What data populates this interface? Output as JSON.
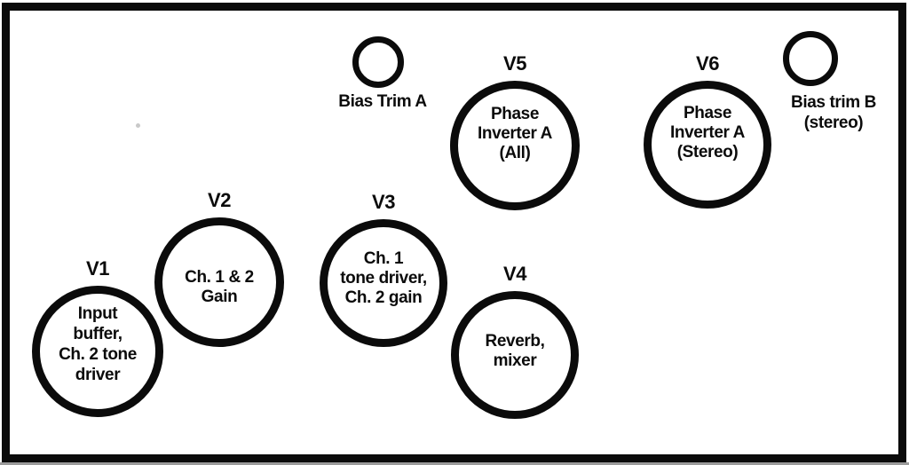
{
  "diagram": {
    "background": "#ffffff",
    "ink_color": "#0b0b0b"
  },
  "tubes": [
    {
      "label": "V1",
      "lines": [
        "Input",
        "buffer,",
        "Ch. 2 tone",
        "driver"
      ]
    },
    {
      "label": "V2",
      "lines": [
        "Ch. 1 & 2",
        "Gain"
      ]
    },
    {
      "label": "V3",
      "lines": [
        "Ch. 1",
        "tone driver,",
        "Ch. 2 gain"
      ]
    },
    {
      "label": "V4",
      "lines": [
        "Reverb,",
        "mixer"
      ]
    },
    {
      "label": "V5",
      "lines": [
        "Phase",
        "Inverter A",
        "(All)"
      ]
    },
    {
      "label": "V6",
      "lines": [
        "Phase",
        "Inverter A",
        "(Stereo)"
      ]
    }
  ],
  "bias_trimmers": [
    {
      "caption_lines": [
        "Bias Trim A"
      ]
    },
    {
      "caption_lines": [
        "Bias trim B",
        "(stereo)"
      ]
    }
  ]
}
